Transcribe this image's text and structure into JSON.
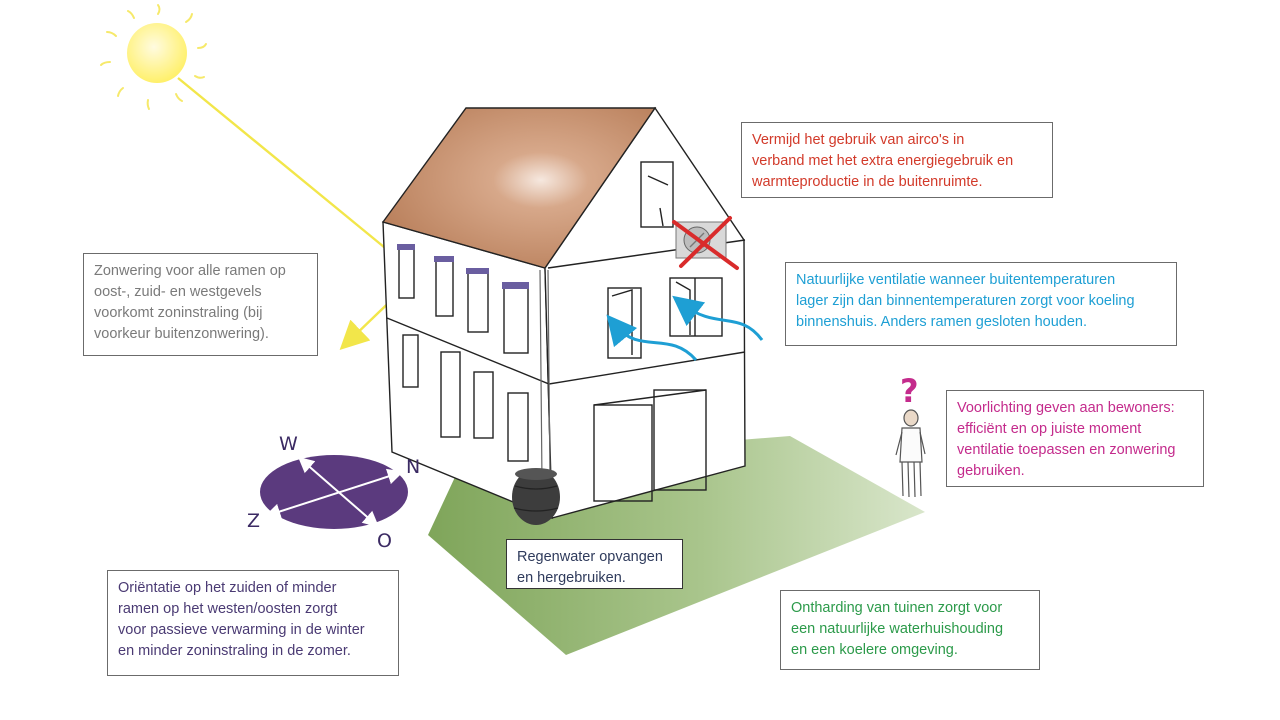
{
  "notes": {
    "airco": {
      "lines": [
        "Vermijd het gebruik van airco's in",
        "verband met het extra energiegebruik en",
        "warmteproductie in de buitenruimte."
      ],
      "color": "#d23a2a"
    },
    "zonwering": {
      "lines": [
        "Zonwering voor alle ramen op",
        "oost-, zuid- en westgevels",
        "voorkomt zoninstraling (bij",
        "voorkeur buitenzonwering)."
      ],
      "color": "#7a7a7a"
    },
    "ventilatie": {
      "lines": [
        "Natuurlijke ventilatie wanneer buitentemperaturen",
        "lager zijn dan binnentemperaturen zorgt voor koeling",
        "binnenshuis. Anders ramen gesloten houden."
      ],
      "color": "#1e9fd4"
    },
    "voorlichting": {
      "lines": [
        "Voorlichting geven aan bewoners:",
        "efficiënt en op juiste moment",
        "ventilatie toepassen en zonwering",
        "gebruiken."
      ],
      "color": "#c42b8c"
    },
    "regenwater": {
      "lines": [
        "Regenwater opvangen",
        "en hergebruiken."
      ],
      "color": "#2f3b5c"
    },
    "orientatie": {
      "lines": [
        "Oriëntatie op het zuiden of minder",
        "ramen op het westen/oosten zorgt",
        "voor passieve verwarming in de winter",
        "en minder zoninstraling in de zomer."
      ],
      "color": "#4a3a73"
    },
    "ontharding": {
      "lines": [
        "Ontharding van tuinen zorgt voor",
        "een natuurlijke waterhuishouding",
        "en een koelere omgeving."
      ],
      "color": "#2c9a4a"
    }
  },
  "compass": {
    "w": "W",
    "n": "N",
    "z": "Z",
    "o": "O",
    "fill": "#5b3a7e"
  },
  "question_mark": {
    "text": "?",
    "color": "#c42b8c"
  },
  "colors": {
    "sun": "#ffef66",
    "sun_ray": "#f2e64a",
    "roof": "#c08a66",
    "ground": "#8fb06a",
    "airflow": "#1e9fd4",
    "cross": "#d92b2b",
    "awning": "#6a5ea0"
  },
  "icons": {
    "sun": "sun-icon",
    "airco": "airco-unit-icon",
    "cross": "prohibited-cross-icon",
    "rain_barrel": "rain-barrel-icon",
    "person": "person-icon"
  }
}
